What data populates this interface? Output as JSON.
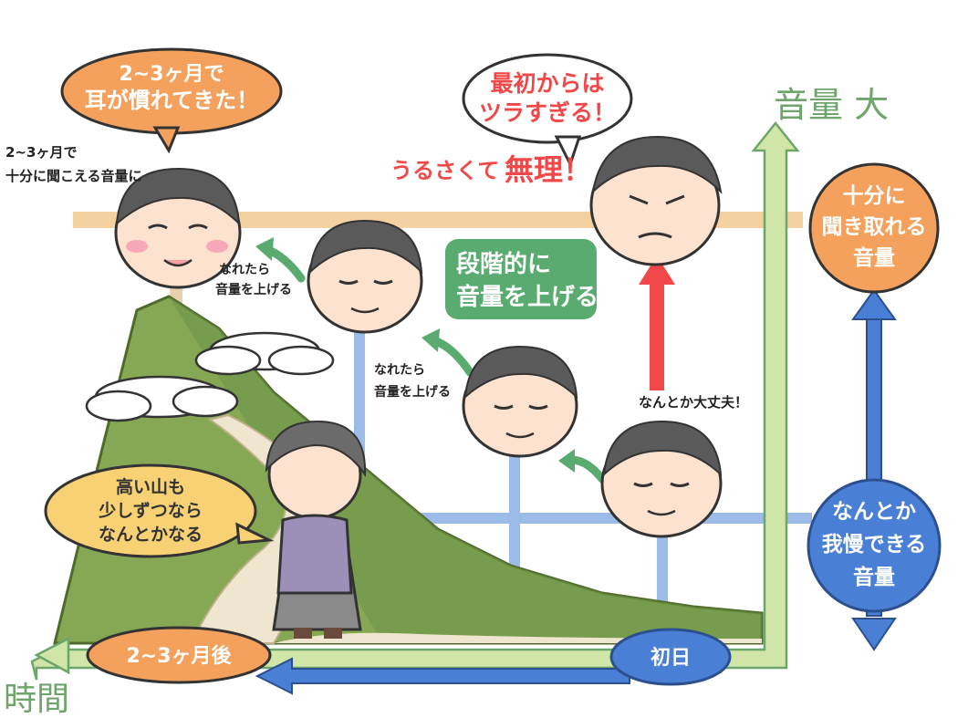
{
  "axes": {
    "y_label": "音量 大",
    "x_label": "時間"
  },
  "time_markers": {
    "later": "2~3ヶ月後",
    "first_day": "初日"
  },
  "volume_levels": {
    "high": [
      "十分に",
      "聞き取れる",
      "音量"
    ],
    "bearable": [
      "なんとか",
      "我慢できる",
      "音量"
    ]
  },
  "callouts": {
    "too_hard": [
      "最初からは",
      "ツラすぎる！"
    ],
    "too_loud": {
      "prefix": "うるさくて",
      "emphasis": "無理！"
    },
    "step_by_step": [
      "段階的に",
      "音量を上げる"
    ],
    "ears_used": [
      "2~3ヶ月で",
      "耳が慣れてきた！"
    ],
    "mountain": [
      "高い山も",
      "少しずつなら",
      "なんとかなる"
    ]
  },
  "handwritten_notes": {
    "top_left": [
      "2~3ヶ月で",
      "十分に聞こえる音量に"
    ],
    "raise_when_used_1": [
      "なれたら",
      "音量を上げる"
    ],
    "raise_when_used_2": [
      "なれたら",
      "音量を上げる"
    ],
    "manageable": "なんとか大丈夫！"
  },
  "colors": {
    "axis_green": "#cfe6a8",
    "axis_label_green": "#6ea56a",
    "orange": "#f4a15d",
    "blue": "#4a7fd6",
    "red": "#f04848",
    "tan_band": "#f2c98f",
    "mountain": "#86a855",
    "path": "#efe6cf",
    "grid_blue": "#9bbbe8",
    "green_box": "#5aab70"
  }
}
